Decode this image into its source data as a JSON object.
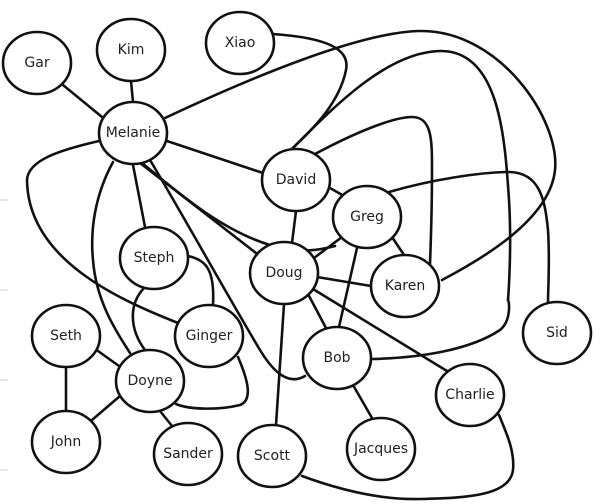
{
  "diagram": {
    "type": "undirected-social-network-graph",
    "colors": {
      "stroke": "#111111",
      "node_fill": "#ffffff",
      "label": "#222222",
      "background": "#ffffff"
    },
    "nodes": [
      {
        "id": "gar",
        "label": "Gar"
      },
      {
        "id": "kim",
        "label": "Kim"
      },
      {
        "id": "xiao",
        "label": "Xiao"
      },
      {
        "id": "melanie",
        "label": "Melanie"
      },
      {
        "id": "david",
        "label": "David"
      },
      {
        "id": "greg",
        "label": "Greg"
      },
      {
        "id": "steph",
        "label": "Steph"
      },
      {
        "id": "doug",
        "label": "Doug"
      },
      {
        "id": "karen",
        "label": "Karen"
      },
      {
        "id": "seth",
        "label": "Seth"
      },
      {
        "id": "ginger",
        "label": "Ginger"
      },
      {
        "id": "sid",
        "label": "Sid"
      },
      {
        "id": "bob",
        "label": "Bob"
      },
      {
        "id": "doyne",
        "label": "Doyne"
      },
      {
        "id": "charlie",
        "label": "Charlie"
      },
      {
        "id": "john",
        "label": "John"
      },
      {
        "id": "sander",
        "label": "Sander"
      },
      {
        "id": "scott",
        "label": "Scott"
      },
      {
        "id": "jacques",
        "label": "Jacques"
      }
    ],
    "edges": [
      {
        "source": "gar",
        "target": "melanie"
      },
      {
        "source": "kim",
        "target": "melanie"
      },
      {
        "source": "xiao",
        "target": "david"
      },
      {
        "source": "melanie",
        "target": "sid"
      },
      {
        "source": "melanie",
        "target": "david"
      },
      {
        "source": "melanie",
        "target": "ginger"
      },
      {
        "source": "melanie",
        "target": "doyne"
      },
      {
        "source": "melanie",
        "target": "steph"
      },
      {
        "source": "melanie",
        "target": "doug"
      },
      {
        "source": "melanie",
        "target": "greg"
      },
      {
        "source": "melanie",
        "target": "bob"
      },
      {
        "source": "david",
        "target": "bob"
      },
      {
        "source": "david",
        "target": "karen"
      },
      {
        "source": "david",
        "target": "greg"
      },
      {
        "source": "david",
        "target": "doug"
      },
      {
        "source": "greg",
        "target": "karen"
      },
      {
        "source": "greg",
        "target": "doug"
      },
      {
        "source": "greg",
        "target": "bob"
      },
      {
        "source": "greg",
        "target": "sid"
      },
      {
        "source": "doug",
        "target": "karen"
      },
      {
        "source": "doug",
        "target": "bob"
      },
      {
        "source": "doug",
        "target": "charlie"
      },
      {
        "source": "doug",
        "target": "scott"
      },
      {
        "source": "steph",
        "target": "ginger"
      },
      {
        "source": "steph",
        "target": "doyne"
      },
      {
        "source": "ginger",
        "target": "doyne"
      },
      {
        "source": "seth",
        "target": "doyne"
      },
      {
        "source": "seth",
        "target": "john"
      },
      {
        "source": "doyne",
        "target": "john"
      },
      {
        "source": "doyne",
        "target": "sander"
      },
      {
        "source": "bob",
        "target": "jacques"
      },
      {
        "source": "scott",
        "target": "charlie"
      },
      {
        "source": "karen",
        "target": "david"
      }
    ]
  }
}
